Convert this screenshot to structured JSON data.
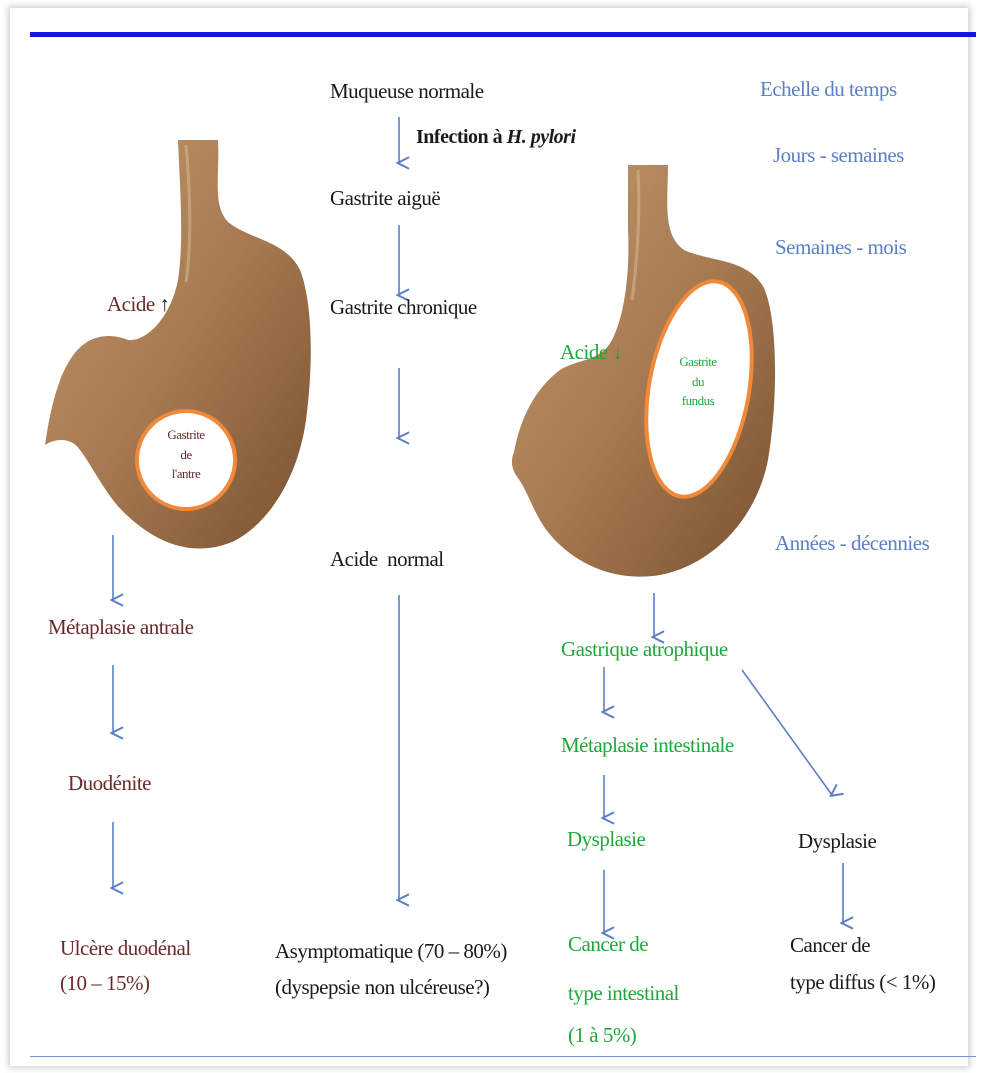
{
  "colors": {
    "top_bar": "#1515e0",
    "bottom_line": "#7a8fd6",
    "arrow": "#5b7fc4",
    "brown_text": "#6b2a2a",
    "green_text": "#1fa83a",
    "blue_text": "#5b7fc4",
    "stomach": "#a77a52",
    "circle_border": "#f08a3a"
  },
  "center": {
    "muqueuse": "Muqueuse normale",
    "infection_prefix": "Infection à ",
    "infection_species": "H. pylori",
    "aigue": "Gastrite aiguë",
    "chronique": "Gastrite chronique",
    "acide_normal": "Acide  normal",
    "asymptomatique_line1": "Asymptomatique (70 – 80%)",
    "asymptomatique_line2": "(dyspepsie non ulcéreuse?)"
  },
  "timescale": {
    "title": "Echelle du temps",
    "items": [
      "Jours - semaines",
      "Semaines - mois",
      "Années - décennies"
    ]
  },
  "left": {
    "acide_label": "Acide",
    "acide_arrow": "↑",
    "circle_lines": [
      "Gastrite",
      "de",
      "l'antre"
    ],
    "metaplasie": "Métaplasie antrale",
    "duodenite": "Duodénite",
    "ulcere_line1": "Ulcère duodénal",
    "ulcere_line2": "(10 – 15%)"
  },
  "right": {
    "acide_label": "Acide",
    "acide_arrow": "↓",
    "circle_lines": [
      "Gastrite",
      "du",
      "fundus"
    ],
    "atrophique": "Gastrique atrophique",
    "metaplasie": "Métaplasie intestinale",
    "dysplasie_green": "Dysplasie",
    "dysplasie_dark": "Dysplasie",
    "cancer_int_line1": "Cancer de",
    "cancer_int_line2": "type intestinal",
    "cancer_int_line3": "(1 à 5%)",
    "cancer_diff_line1": "Cancer de",
    "cancer_diff_line2": "type diffus (< 1%)"
  }
}
